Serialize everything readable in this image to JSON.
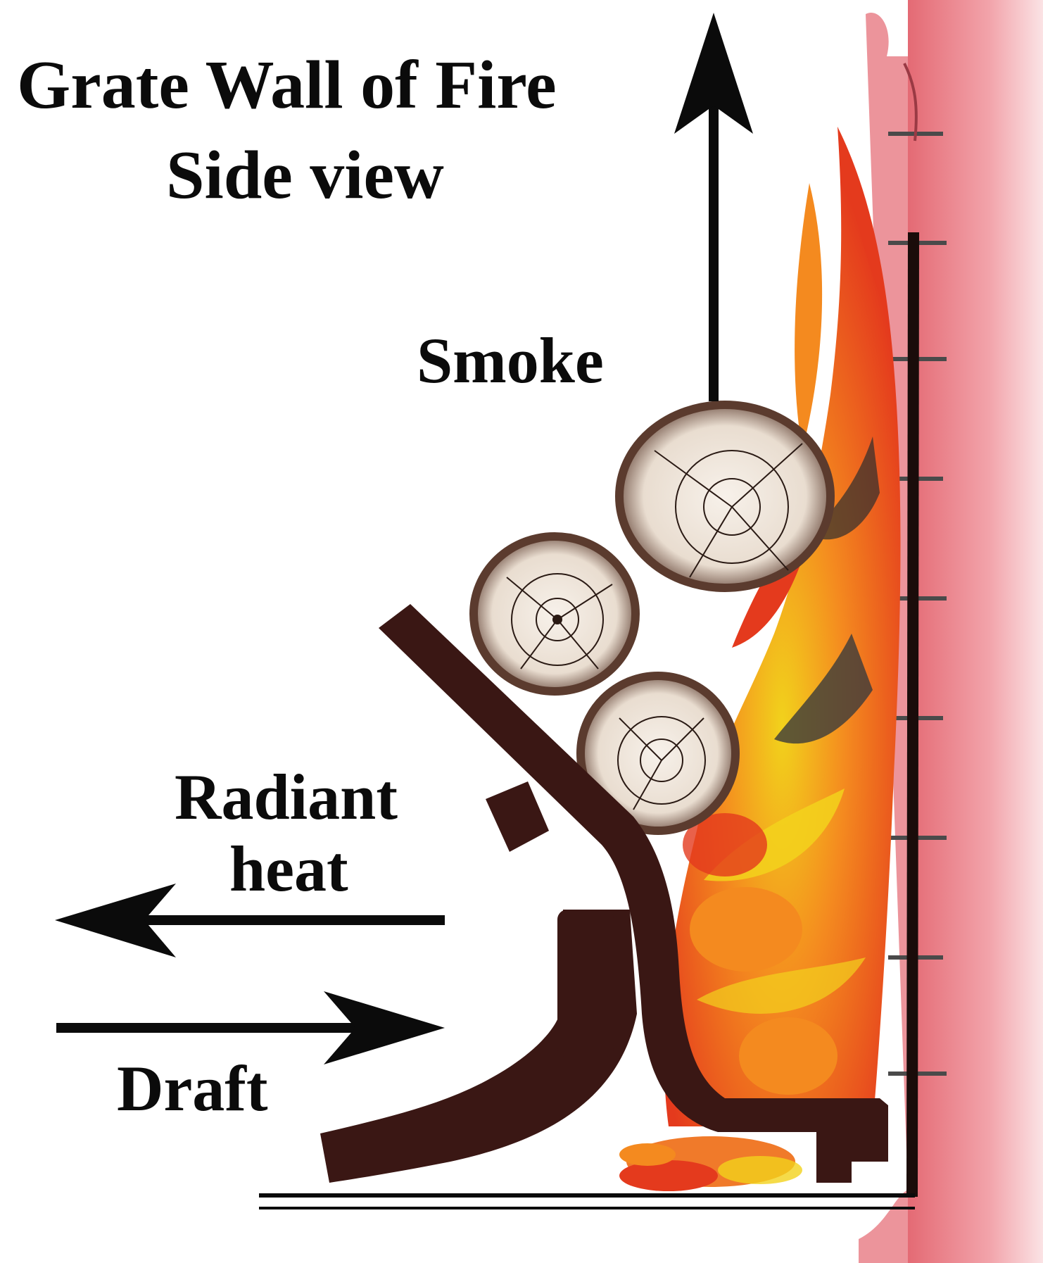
{
  "title": {
    "line1": "Grate Wall of Fire",
    "line2": "Side view"
  },
  "labels": {
    "smoke": "Smoke",
    "radiant_line1": "Radiant",
    "radiant_line2": "heat",
    "draft": "Draft"
  },
  "colors": {
    "ink": "#0b0b0b",
    "grate": "#3a1714",
    "brick": "#e8838b",
    "brick_line": "#4a4a4a",
    "log_bark": "#5b3b2e",
    "flame_red": "#e43a1d",
    "flame_orange": "#f48a1f",
    "flame_yellow": "#f2d21c",
    "ember": "#f07a2a"
  }
}
